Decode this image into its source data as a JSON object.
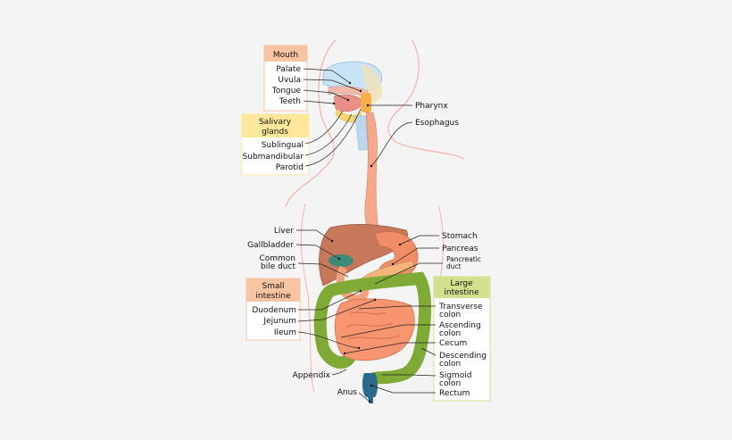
{
  "groups": {
    "mouth": {
      "title": "Mouth",
      "color": "#f9c4a2",
      "items": [
        "Palate",
        "Uvula",
        "Tongue",
        "Teeth"
      ]
    },
    "salivary": {
      "title": [
        "Salivary",
        "glands"
      ],
      "color": "#fce79b",
      "items": [
        "Sublingual",
        "Submandibular",
        "Parotid"
      ]
    },
    "small_intestine": {
      "title": [
        "Small",
        "intestine"
      ],
      "color": "#f9c4a2",
      "items": [
        "Duodenum",
        "Jejunum",
        "Ileum"
      ]
    },
    "large_intestine": {
      "title": [
        "Large",
        "intestine"
      ],
      "color": "#d3e18f",
      "items": [
        [
          "Transverse",
          "colon"
        ],
        [
          "Ascending",
          "colon"
        ],
        "Cecum",
        [
          "Descending",
          "colon"
        ],
        [
          "Sigmoid",
          "colon"
        ],
        "Rectum"
      ]
    }
  },
  "labels": {
    "pharynx": "Pharynx",
    "esophagus": "Esophagus",
    "liver": "Liver",
    "gallbladder": "Gallbladder",
    "common_bile_duct": [
      "Common",
      "bile duct"
    ],
    "stomach": "Stomach",
    "pancreas": "Pancreas",
    "pancreatic_duct": [
      "Pancreatic",
      "duct"
    ],
    "appendix": "Appendix",
    "anus": "Anus"
  },
  "colors": {
    "background": "#f4f4f4",
    "body_outline": "#f3b2a4",
    "brain_blue": "#c9e3f6",
    "esophagus": "#f6a88b",
    "liver": "#c7785a",
    "stomach": "#f08c66",
    "gallbladder": "#3c8a78",
    "large_intestine": "#7faa35",
    "small_intestine": "#f6956f",
    "rectum": "#2b6a8a"
  }
}
